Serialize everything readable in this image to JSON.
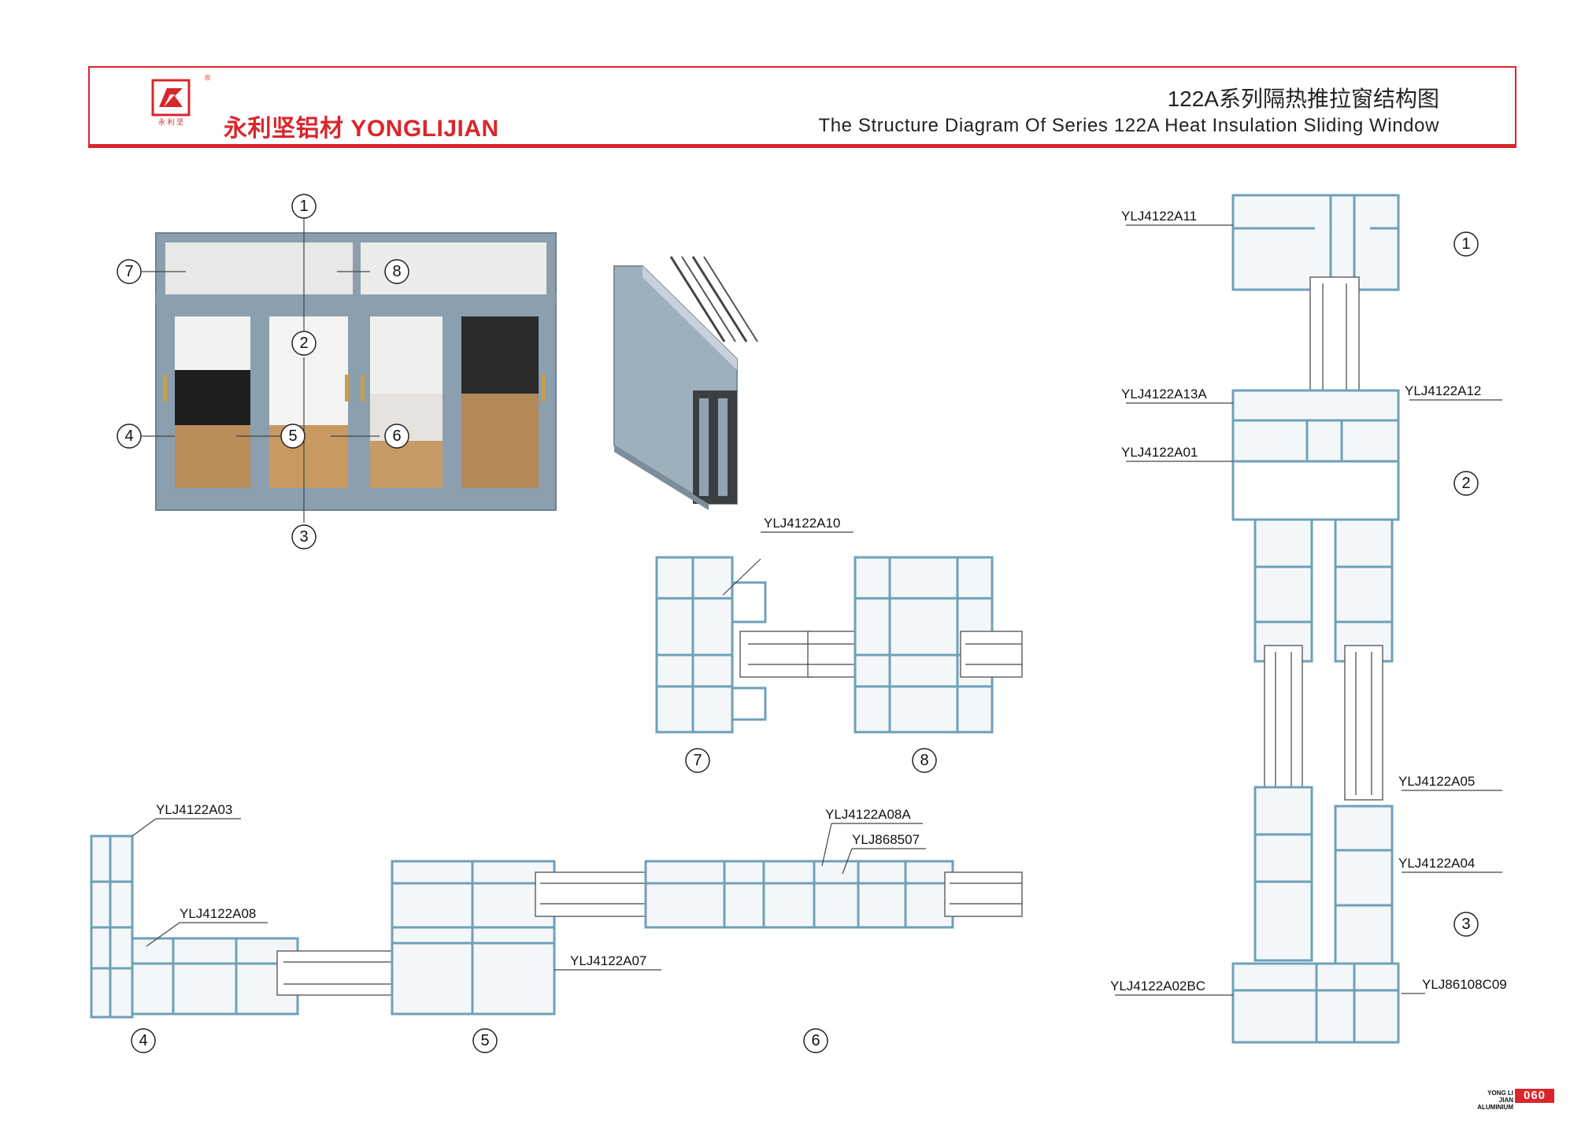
{
  "header": {
    "brand": "永利坚铝材 YONGLIJIAN",
    "logo_caption": "永 利 坚",
    "title_cn": "122A系列隔热推拉窗结构图",
    "title_en": "The Structure Diagram Of Series 122A Heat Insulation Sliding Window"
  },
  "callouts": [
    "1",
    "2",
    "3",
    "4",
    "5",
    "6",
    "7",
    "8"
  ],
  "parts": {
    "a11": "YLJ4122A11",
    "a13a": "YLJ4122A13A",
    "a12": "YLJ4122A12",
    "a01": "YLJ4122A01",
    "a05": "YLJ4122A05",
    "a04": "YLJ4122A04",
    "a02bc": "YLJ4122A02BC",
    "c09": "YLJ86108C09",
    "a10": "YLJ4122A10",
    "a03": "YLJ4122A03",
    "a08": "YLJ4122A08",
    "a08a": "YLJ4122A08A",
    "p868507": "YLJ868507",
    "a07": "YLJ4122A07"
  },
  "footer": {
    "brand_small_1": "YONG LI JIAN",
    "brand_small_2": "ALUMINIUM",
    "page": "060"
  },
  "colors": {
    "brand_red": "#d9262c",
    "profile_blue": "#6fa0b8",
    "frame_gray": "#8fa3b3"
  }
}
